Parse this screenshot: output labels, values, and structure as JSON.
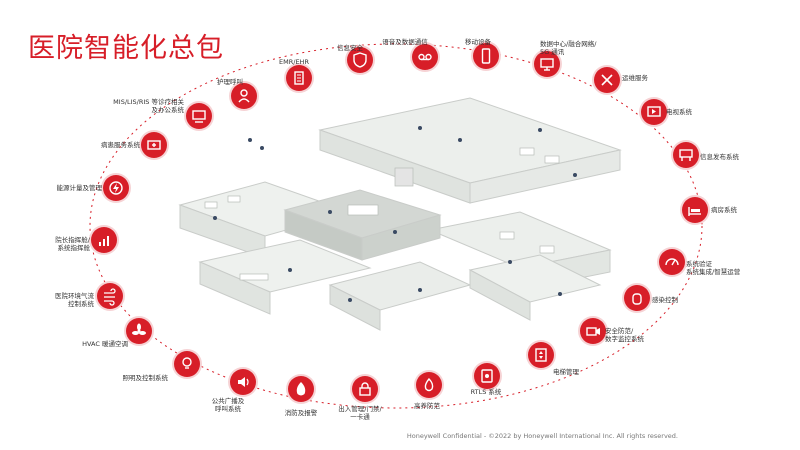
{
  "title": "医院智能化总包",
  "footer": "Honeywell Confidential - ©2022 by Honeywell International Inc. All rights reserved.",
  "accent": "#d71e28",
  "nodes": [
    {
      "label": "信息安全",
      "icon": "shield-icon"
    },
    {
      "label": "语音及数据通信",
      "icon": "voicemail-icon"
    },
    {
      "label": "移动设备",
      "icon": "mobile-icon"
    },
    {
      "label": "数据中心/融合网络/\n5G 通讯",
      "icon": "monitor-icon"
    },
    {
      "label": "运维服务",
      "icon": "tools-icon"
    },
    {
      "label": "电视系统",
      "icon": "tv-icon"
    },
    {
      "label": "信息发布系统",
      "icon": "signboard-icon"
    },
    {
      "label": "病房系统",
      "icon": "bed-icon"
    },
    {
      "label": "系统验证\n系统集成/智慧运营",
      "icon": "gauge-icon"
    },
    {
      "label": "感染控制",
      "icon": "hand-icon"
    },
    {
      "label": "安全防范/\n数字监控系统",
      "icon": "camera-icon"
    },
    {
      "label": "电梯管理",
      "icon": "elevator-icon"
    },
    {
      "label": "RTLS 系统",
      "icon": "tracker-icon"
    },
    {
      "label": "高养防范",
      "icon": "flame-icon"
    },
    {
      "label": "出入管理/门禁/\n一卡通",
      "icon": "lock-icon"
    },
    {
      "label": "消防及报警",
      "icon": "fire-icon"
    },
    {
      "label": "公共广播及\n呼叫系统",
      "icon": "speaker-icon"
    },
    {
      "label": "照明及控制系统",
      "icon": "bulb-icon"
    },
    {
      "label": "HVAC 暖通空调",
      "icon": "fan-icon"
    },
    {
      "label": "医院环境气流\n控制系统",
      "icon": "airflow-icon"
    },
    {
      "label": "院长指挥舱/\n系统指挥舱",
      "icon": "dashboard-icon"
    },
    {
      "label": "能源计量及管理",
      "icon": "energy-icon"
    },
    {
      "label": "病患服务系统",
      "icon": "patient-icon"
    },
    {
      "label": "MIS/LIS/RIS 等诊疗相关\n及办公系统",
      "icon": "computer-icon"
    },
    {
      "label": "护理呼叫",
      "icon": "nurse-icon"
    },
    {
      "label": "EMR/EHR",
      "icon": "records-icon"
    }
  ]
}
